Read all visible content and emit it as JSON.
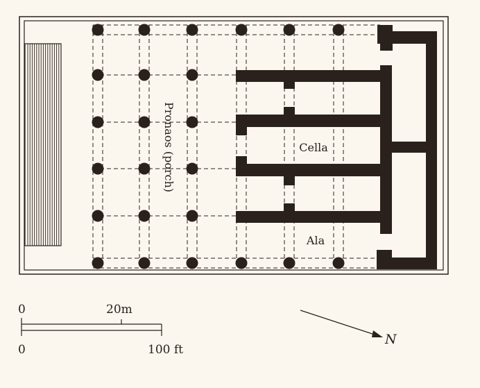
{
  "labels": {
    "pronaos": "Pronaos (porch)",
    "cella": "Cella",
    "ala": "Ala"
  },
  "scale": {
    "metric_zero": "0",
    "metric_mark": "20m",
    "imperial_zero": "0",
    "imperial_mark": "100 ft"
  },
  "north_arrow": {
    "label": "N"
  },
  "colors": {
    "ink": "#2b211c",
    "paper": "#fbf7ef"
  }
}
